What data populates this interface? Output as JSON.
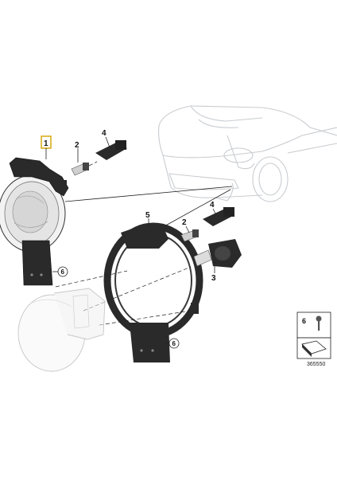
{
  "callouts": {
    "c1": "1",
    "c2a": "2",
    "c2b": "2",
    "c3": "3",
    "c4a": "4",
    "c4b": "4",
    "c5": "5",
    "c6a": "6",
    "c6b": "6"
  },
  "legend": {
    "number": "6"
  },
  "diagram_id": "365550",
  "colors": {
    "highlight_box": "#d4a300",
    "part_dark": "#2a2a2a",
    "car_outline": "#c9ccd0"
  }
}
